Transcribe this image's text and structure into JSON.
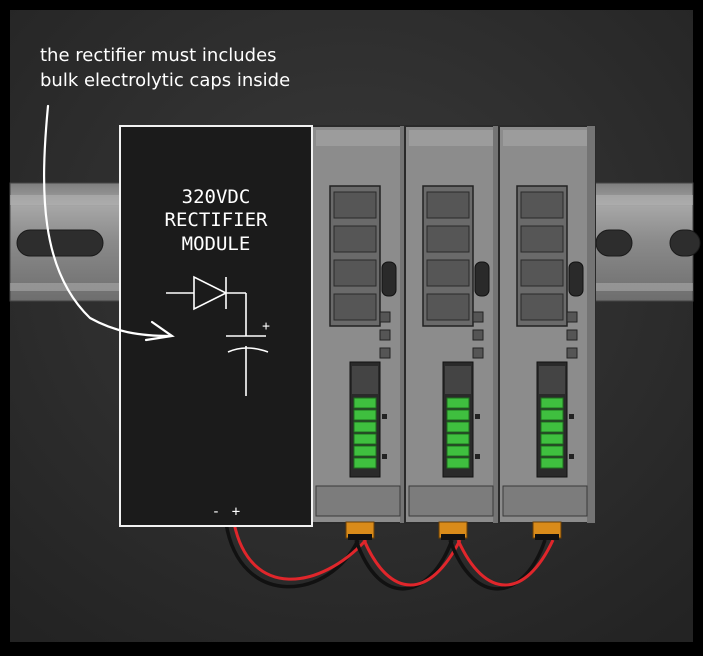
{
  "annotation": {
    "line1": "the rectifier must includes",
    "line2": "bulk electrolytic caps inside"
  },
  "rectifier": {
    "title_line1": "320VDC",
    "title_line2": "RECTIFIER",
    "title_line3": "MODULE",
    "cap_plus": "+",
    "terminal_minus": "-",
    "terminal_plus": "+"
  },
  "colors": {
    "background": "#2f2f2f",
    "rail": "#909090",
    "module_body": "#8c8c8c",
    "rectifier_fill": "#1b1b1b",
    "terminal_green": "#3fbf3f",
    "wire_red": "#e0262b",
    "wire_black": "#111111",
    "connector_orange": "#d98b1a"
  },
  "icons": [
    "diode-symbol-icon",
    "capacitor-symbol-icon",
    "hand-drawn-arrow-icon"
  ],
  "modules": [
    {
      "name": "drive-module-1"
    },
    {
      "name": "drive-module-2"
    },
    {
      "name": "drive-module-3"
    }
  ]
}
